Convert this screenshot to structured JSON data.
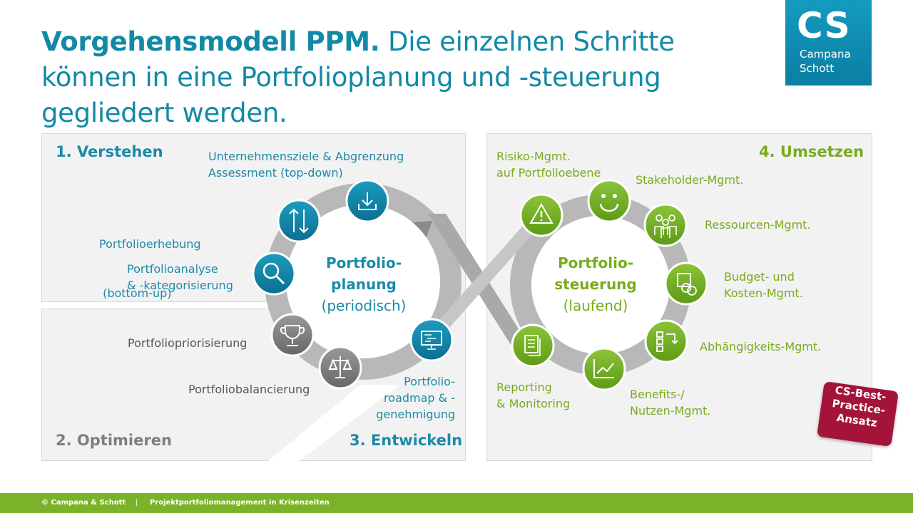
{
  "title": {
    "bold": "Vorgehensmodell PPM.",
    "rest": " Die einzelnen Schritte können in eine Portfolioplanung und -steuerung gegliedert werden."
  },
  "logo": {
    "mark": "CS",
    "line1": "Campana",
    "line2": "Schott"
  },
  "sections": {
    "verstehen": "1. Verstehen",
    "optimieren": "2. Optimieren",
    "entwickeln": "3. Entwickeln",
    "umsetzen": "4. Umsetzen"
  },
  "left_loop": {
    "title1": "Portfolio-",
    "title2": "planung",
    "subtitle": "(periodisch)",
    "steps": {
      "ziele_1": "Unternehmensziele & Abgrenzung",
      "ziele_2": "Assessment (top-down)",
      "erhebung_1": "Portfolioerhebung",
      "erhebung_2": " (bottom-up)",
      "analyse_1": "Portfolioanalyse",
      "analyse_2": "& -kategorisierung",
      "priorisierung": "Portfoliopriorisierung",
      "balancierung": "Portfoliobalancierung",
      "roadmap_1": "Portfolio-",
      "roadmap_2": "roadmap & -",
      "roadmap_3": "genehmigung"
    }
  },
  "right_loop": {
    "title1": "Portfolio-",
    "title2": "steuerung",
    "subtitle": "(laufend)",
    "steps": {
      "risiko_1": "Risiko-Mgmt.",
      "risiko_2": "auf Portfolioebene",
      "stakeholder": "Stakeholder-Mgmt.",
      "ressourcen": "Ressourcen-Mgmt.",
      "budget_1": "Budget- und",
      "budget_2": "Kosten-Mgmt.",
      "abhaengigkeit": "Abhängigkeits-Mgmt.",
      "benefits_1": "Benefits-/",
      "benefits_2": "Nutzen-Mgmt.",
      "reporting_1": "Reporting",
      "reporting_2": "& Monitoring"
    }
  },
  "badge": {
    "l1": "CS-Best-",
    "l2": "Practice-",
    "l3": "Ansatz"
  },
  "footer": {
    "copyright": "© Campana & Schott",
    "separator": "|",
    "topic": "Projektportfoliomanagement in Krisenzeiten"
  },
  "icons": {
    "left": [
      "download-tray-icon",
      "up-down-arrows-icon",
      "magnifier-icon",
      "trophy-icon",
      "scales-icon",
      "monitor-roadmap-icon"
    ],
    "right": [
      "warning-icon",
      "smiley-icon",
      "people-group-icon",
      "budget-coins-icon",
      "checklist-icon",
      "line-chart-icon",
      "documents-icon"
    ]
  },
  "colors": {
    "teal": "#1289a6",
    "green": "#7ab32a",
    "grey": "#808080",
    "badge": "#a3133a"
  }
}
